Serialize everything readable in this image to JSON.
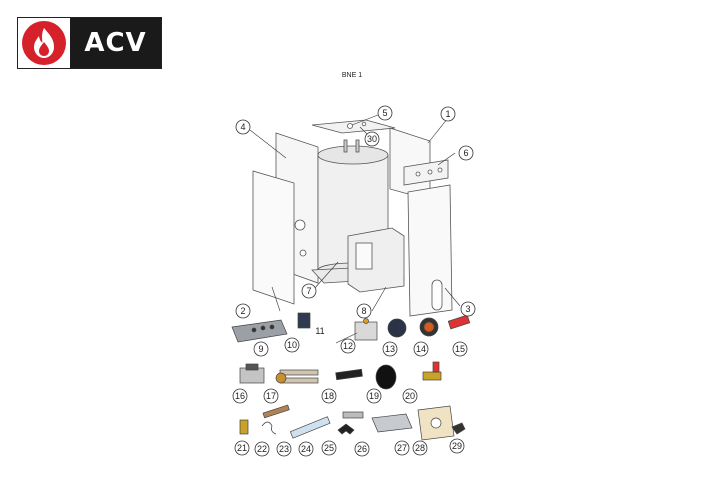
{
  "brand": {
    "name": "ACV",
    "logo_icon": "flame-icon",
    "colors": {
      "badge": "#d6202a",
      "wordmark_bg": "#1a1a1a",
      "wordmark_text": "#ffffff"
    }
  },
  "diagram": {
    "title": "BNE 1",
    "callouts": [
      "1",
      "2",
      "3",
      "4",
      "5",
      "6",
      "7",
      "8",
      "9",
      "10",
      "11",
      "12",
      "13",
      "14",
      "15",
      "16",
      "17",
      "18",
      "19",
      "20",
      "21",
      "22",
      "23",
      "24",
      "25",
      "26",
      "27",
      "28",
      "29",
      "30"
    ]
  }
}
